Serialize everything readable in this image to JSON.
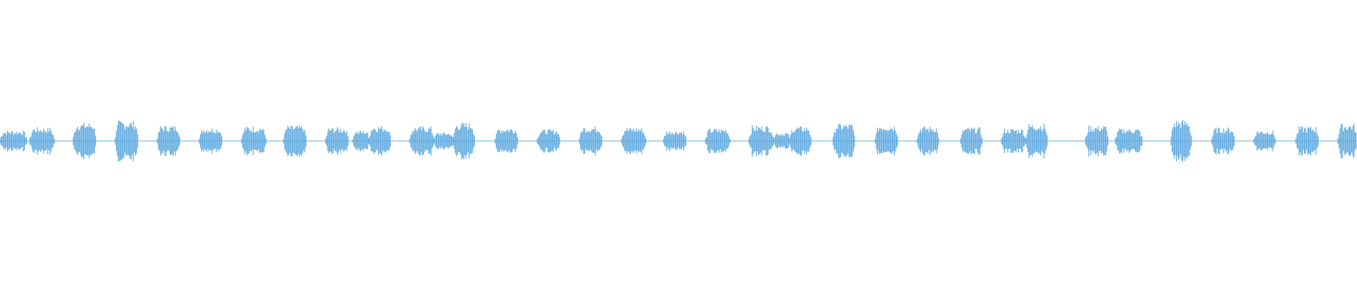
{
  "waveform": {
    "color": "#5ca8e0",
    "segments": [
      {
        "start": 0.0,
        "end": 0.02,
        "amp": 0.22
      },
      {
        "start": 0.022,
        "end": 0.04,
        "amp": 0.28
      },
      {
        "start": 0.054,
        "end": 0.071,
        "amp": 0.38
      },
      {
        "start": 0.085,
        "end": 0.102,
        "amp": 0.42
      },
      {
        "start": 0.116,
        "end": 0.133,
        "amp": 0.32
      },
      {
        "start": 0.147,
        "end": 0.164,
        "amp": 0.28
      },
      {
        "start": 0.178,
        "end": 0.196,
        "amp": 0.3
      },
      {
        "start": 0.209,
        "end": 0.226,
        "amp": 0.32
      },
      {
        "start": 0.24,
        "end": 0.257,
        "amp": 0.28
      },
      {
        "start": 0.26,
        "end": 0.272,
        "amp": 0.22
      },
      {
        "start": 0.272,
        "end": 0.288,
        "amp": 0.32
      },
      {
        "start": 0.302,
        "end": 0.32,
        "amp": 0.3
      },
      {
        "start": 0.32,
        "end": 0.334,
        "amp": 0.18
      },
      {
        "start": 0.334,
        "end": 0.35,
        "amp": 0.38
      },
      {
        "start": 0.365,
        "end": 0.382,
        "amp": 0.28
      },
      {
        "start": 0.396,
        "end": 0.413,
        "amp": 0.24
      },
      {
        "start": 0.427,
        "end": 0.444,
        "amp": 0.3
      },
      {
        "start": 0.458,
        "end": 0.476,
        "amp": 0.28
      },
      {
        "start": 0.489,
        "end": 0.506,
        "amp": 0.22
      },
      {
        "start": 0.52,
        "end": 0.538,
        "amp": 0.26
      },
      {
        "start": 0.552,
        "end": 0.57,
        "amp": 0.32
      },
      {
        "start": 0.57,
        "end": 0.582,
        "amp": 0.18
      },
      {
        "start": 0.582,
        "end": 0.598,
        "amp": 0.3
      },
      {
        "start": 0.614,
        "end": 0.63,
        "amp": 0.36
      },
      {
        "start": 0.645,
        "end": 0.662,
        "amp": 0.34
      },
      {
        "start": 0.676,
        "end": 0.692,
        "amp": 0.3
      },
      {
        "start": 0.708,
        "end": 0.724,
        "amp": 0.28
      },
      {
        "start": 0.738,
        "end": 0.756,
        "amp": 0.26
      },
      {
        "start": 0.756,
        "end": 0.772,
        "amp": 0.36
      },
      {
        "start": 0.8,
        "end": 0.817,
        "amp": 0.32
      },
      {
        "start": 0.822,
        "end": 0.842,
        "amp": 0.26
      },
      {
        "start": 0.863,
        "end": 0.878,
        "amp": 0.44
      },
      {
        "start": 0.893,
        "end": 0.91,
        "amp": 0.28
      },
      {
        "start": 0.924,
        "end": 0.94,
        "amp": 0.22
      },
      {
        "start": 0.955,
        "end": 0.972,
        "amp": 0.3
      },
      {
        "start": 0.986,
        "end": 1.0,
        "amp": 0.36
      }
    ]
  }
}
